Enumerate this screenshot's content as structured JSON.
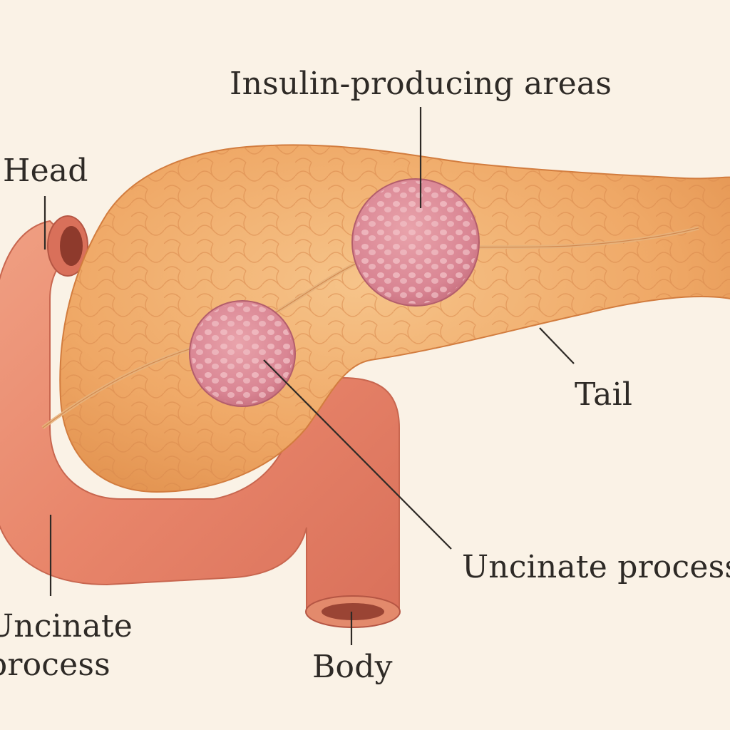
{
  "diagram": {
    "labels": {
      "islets": "Insulin-producing areas",
      "head": "Head",
      "tail": "Tail",
      "uncinate_right": "Uncinate process",
      "uncinate_left_line1": "Uncinate",
      "uncinate_left_line2": "process",
      "body": "Body"
    }
  }
}
